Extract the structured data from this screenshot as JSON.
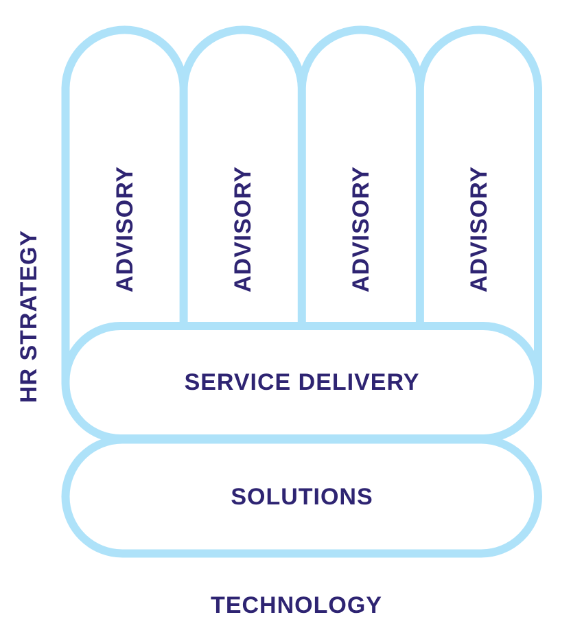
{
  "diagram": {
    "left_axis_label": "HR STRATEGY",
    "pillars": [
      "ADVISORY",
      "ADVISORY",
      "ADVISORY",
      "ADVISORY"
    ],
    "rows": {
      "service_delivery": "SERVICE DELIVERY",
      "solutions": "SOLUTIONS"
    },
    "bottom_axis_label": "TECHNOLOGY"
  },
  "colors": {
    "outline": "#aee2f9",
    "label": "#2e2472",
    "background": "#ffffff"
  }
}
